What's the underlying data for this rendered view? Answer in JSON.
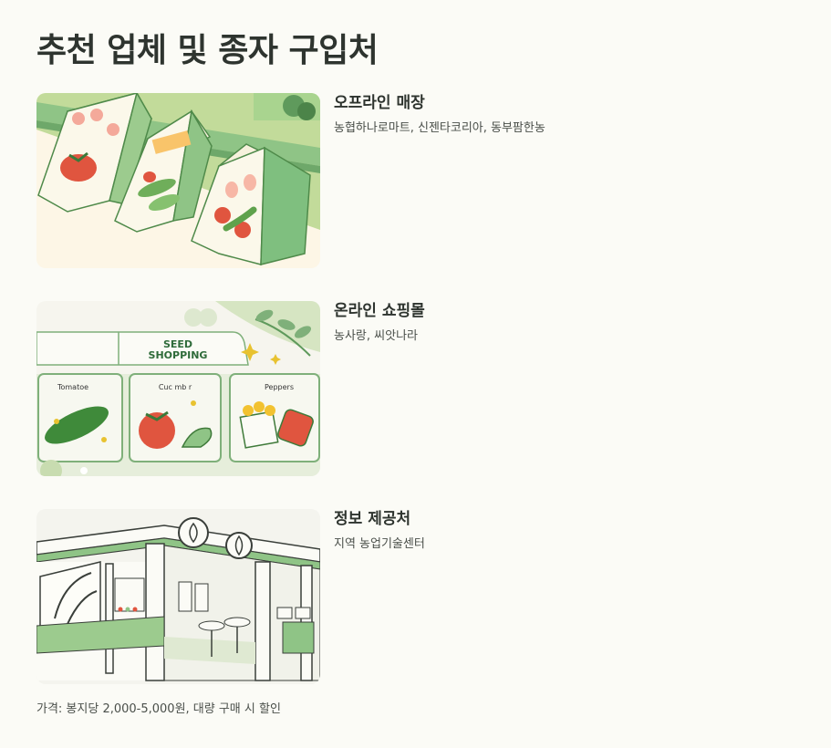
{
  "page": {
    "title": "추천 업체 및 종자 구입처"
  },
  "sections": [
    {
      "title": "오프라인 매장",
      "items": "농협하나로마트, 신젠타코리아, 동부팜한농",
      "image_icon": "seed-packet-display-illustration"
    },
    {
      "title": "온라인 쇼핑몰",
      "items": "농사랑, 씨앗나라",
      "image_icon": "online-seed-shop-illustration",
      "image_text": {
        "banner": "SEED SHOPPING",
        "tiles": [
          "Tomatoe",
          "Cuc mb r",
          "Peppers"
        ]
      }
    },
    {
      "title": "정보 제공처",
      "items": "지역 농업기술센터",
      "image_icon": "agricultural-center-storefront-illustration"
    }
  ],
  "footer": {
    "price_note": "가격: 봉지당 2,000-5,000원, 대량 구매 시 할인"
  },
  "colors": {
    "accent_green": "#7fbf7f",
    "dark_green": "#2e6b3a",
    "cream": "#fdf6e6",
    "tomato": "#e0553f",
    "text_dark": "#2e342f"
  }
}
